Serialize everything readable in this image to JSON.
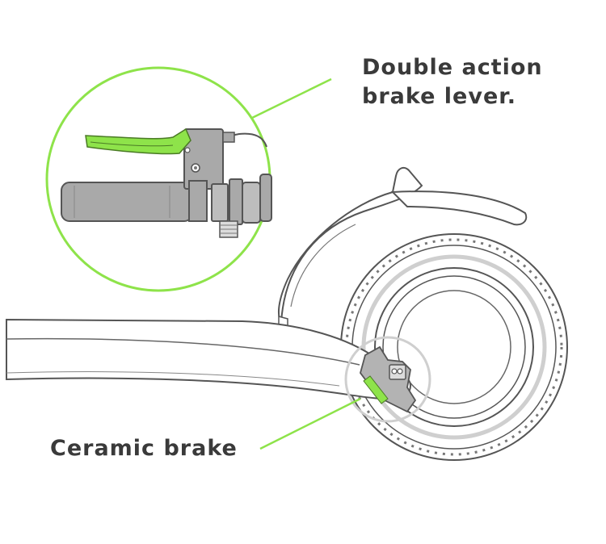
{
  "labels": {
    "lever_line1": "Double action",
    "lever_line2": "brake lever.",
    "ceramic": "Ceramic brake"
  },
  "colors": {
    "accent": "#8ee34a",
    "outline": "#555555",
    "tire_ring": "#cfcfcf",
    "handle_grey": "#a9a9a9",
    "label_text": "#3a3a3a"
  }
}
